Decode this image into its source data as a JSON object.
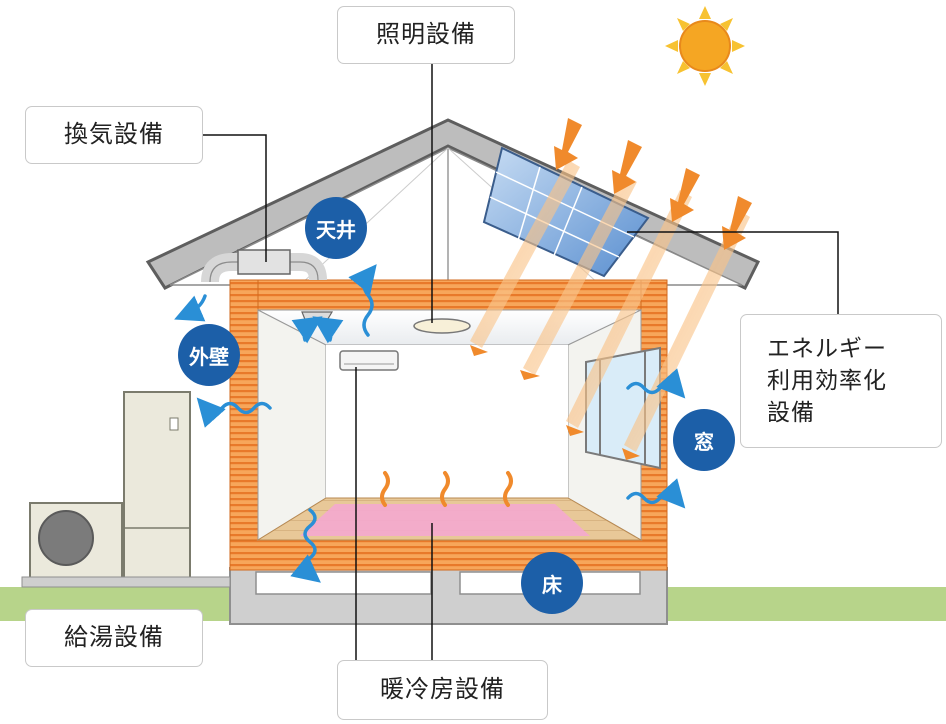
{
  "labels": {
    "lighting": "照明設備",
    "ventilation": "換気設備",
    "energy_line1": "エネルギー",
    "energy_line2": "利用効率化",
    "energy_line3": "設備",
    "hot_water": "給湯設備",
    "heating_cooling": "暖冷房設備"
  },
  "badges": {
    "ceiling": "天井",
    "outer_wall": "外壁",
    "window": "窓",
    "floor": "床"
  },
  "colors": {
    "badge": "#1c5fa8",
    "sun": "#f5a623",
    "arrow": "#f08a2c",
    "insulation": "#f39a4a",
    "heat_wave": "#2a8fd6",
    "floor_heat": "#f4a9cf",
    "ground": "#b7d48a"
  }
}
